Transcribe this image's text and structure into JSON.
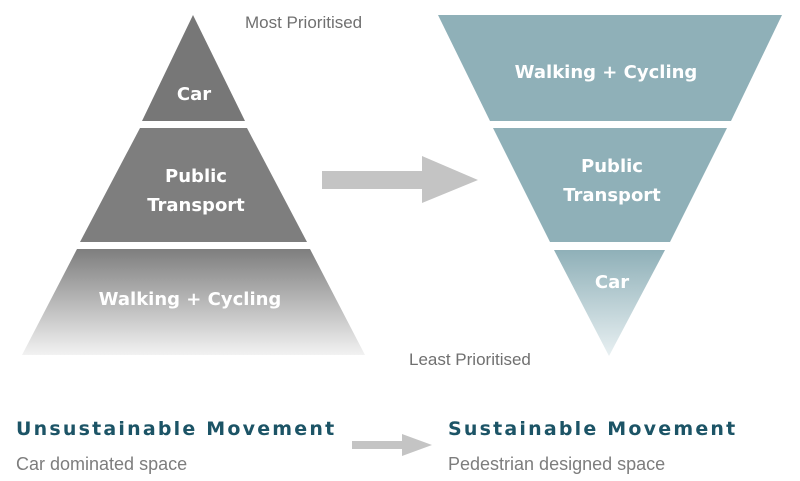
{
  "labels": {
    "top": "Most Prioritised",
    "bottom": "Least Prioritised"
  },
  "left_pyramid": {
    "tiers": [
      {
        "line1": "Car",
        "line2": ""
      },
      {
        "line1": "Public",
        "line2": "Transport"
      },
      {
        "line1": "Walking + Cycling",
        "line2": ""
      }
    ]
  },
  "right_pyramid": {
    "tiers": [
      {
        "line1": "Walking + Cycling",
        "line2": ""
      },
      {
        "line1": "Public",
        "line2": "Transport"
      },
      {
        "line1": "Car",
        "line2": ""
      }
    ]
  },
  "captions": {
    "left": {
      "title": "Unsustainable Movement",
      "subtitle": "Car dominated space"
    },
    "right": {
      "title": "Sustainable Movement",
      "subtitle": "Pedestrian designed space"
    }
  },
  "colors": {
    "left_tier_dark": "#777777",
    "left_tier_mid": "#7e7e7e",
    "left_tier_fade": "#f2f2f2",
    "right_tier": "#8fb0b8",
    "right_tier_fade": "#e8f0f2",
    "arrow": "#c4c4c4",
    "title_text": "#1c5466",
    "subtitle_text": "#7d7d7d"
  }
}
